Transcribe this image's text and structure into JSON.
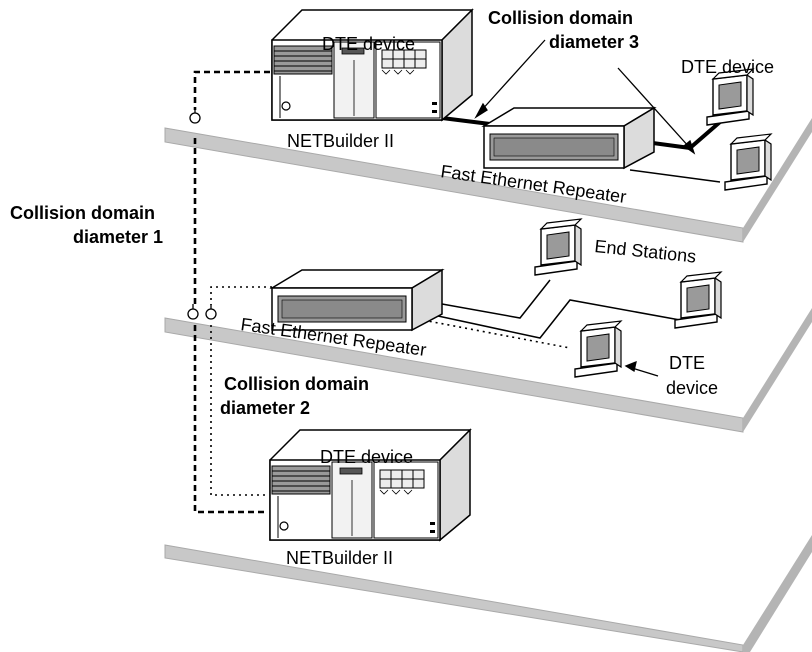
{
  "diagram": {
    "labels": {
      "dte_top": "DTE device",
      "cd3_line1": "Collision domain",
      "cd3_line2": "diameter 3",
      "dte_right_top": "DTE device",
      "netbuilder_top": "NETBuilder II",
      "repeater_top": "Fast Ethernet Repeater",
      "cd1_line1": "Collision domain",
      "cd1_line2": "diameter 1",
      "end_stations": "End Stations",
      "repeater_mid": "Fast Ethernet Repeater",
      "dte_mid_line1": "DTE",
      "dte_mid_line2": "device",
      "cd2_line1": "Collision domain",
      "cd2_line2": "diameter 2",
      "dte_bottom": "DTE device",
      "netbuilder_bottom": "NETBuilder II"
    },
    "colors": {
      "floor": "#c8c8c8",
      "floor_edge": "#a9a9a9",
      "device_shadow": "#c9c9c9",
      "line": "#000000",
      "background": "#ffffff"
    }
  }
}
